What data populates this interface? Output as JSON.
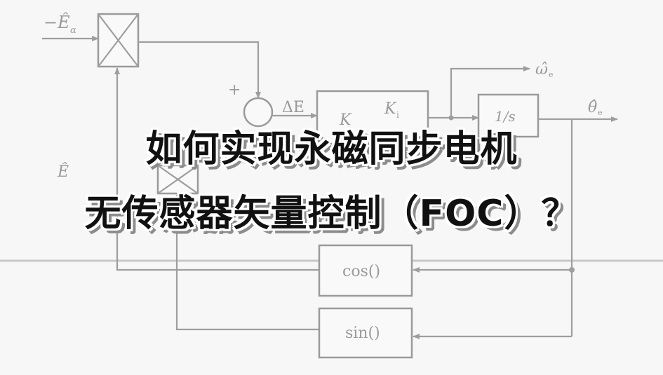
{
  "title": {
    "line1": "如何实现永磁同步电机",
    "line2": "无传感器矢量控制（FOC）？"
  },
  "diagram": {
    "input_label": "−Ê",
    "input_sub": "α",
    "plus_sign": "+",
    "delta_e": "ΔE",
    "kp": "K",
    "ki": "K",
    "ki_sub": "i",
    "integrator": "1/s",
    "omega_label": "ω̂",
    "omega_sub": "e",
    "theta_label": "θ̂",
    "theta_sub": "e",
    "e_beta_label": "Ê",
    "cos_label": "cos()",
    "sin_label": "sin()"
  },
  "colors": {
    "diagram_line": "#9e9e9e",
    "title_text": "#111111",
    "title_shadow": "#8c8c8c"
  }
}
